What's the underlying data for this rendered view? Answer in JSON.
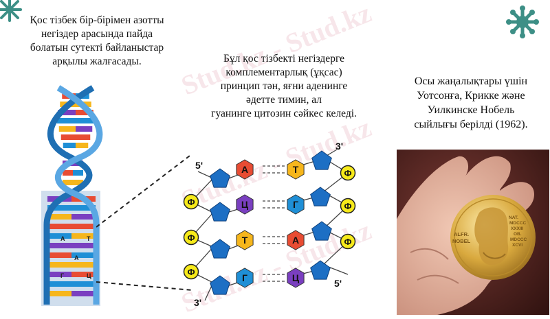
{
  "left_text": "Қос тізбек бір-бірімен азотты\nнегіздер арасында пайда\nболатын сутекті байланыстар\nарқылы жалғасады.",
  "center_text": "Бұл қос тізбекті негіздерге\nкомплементарлық (ұқсас)\nпринцип тән, яғни аденинге\nәдетте тимин, ал\nгуанинге цитозин сәйкес келеді.",
  "right_text": "Осы жаңалықтары үшін\nУотсонға, Крикке және\nУилкинске Нобель\nсыйлығы берілді (1962).",
  "watermark": "Stud.kz - Stud.kz",
  "helix_labels": [
    "А",
    "Т",
    "А",
    "Г",
    "Ц"
  ],
  "diagram": {
    "end_5_top": "5'",
    "end_3_top": "3'",
    "end_5_bottom": "5'",
    "end_3_bottom": "3'",
    "phosphate": "Ф",
    "rows": [
      {
        "left": "А",
        "right": "Т"
      },
      {
        "left": "Ц",
        "right": "Г"
      },
      {
        "left": "Т",
        "right": "А"
      },
      {
        "left": "Г",
        "right": "Ц"
      }
    ]
  },
  "medal_text": {
    "name": "ALFR.\nNOBEL",
    "years": "NAT.\nMDCCC\nXXXIII\nOB.\nMDCCC\nXCVI"
  },
  "colors": {
    "adenine": "#e84c33",
    "thymine": "#f6b61c",
    "cytosine": "#7a3fc0",
    "guanine": "#1f8fd6",
    "sugar": "#1d6fc4",
    "phosphate": "#f7ea1a",
    "decor": "#3d8f86"
  }
}
